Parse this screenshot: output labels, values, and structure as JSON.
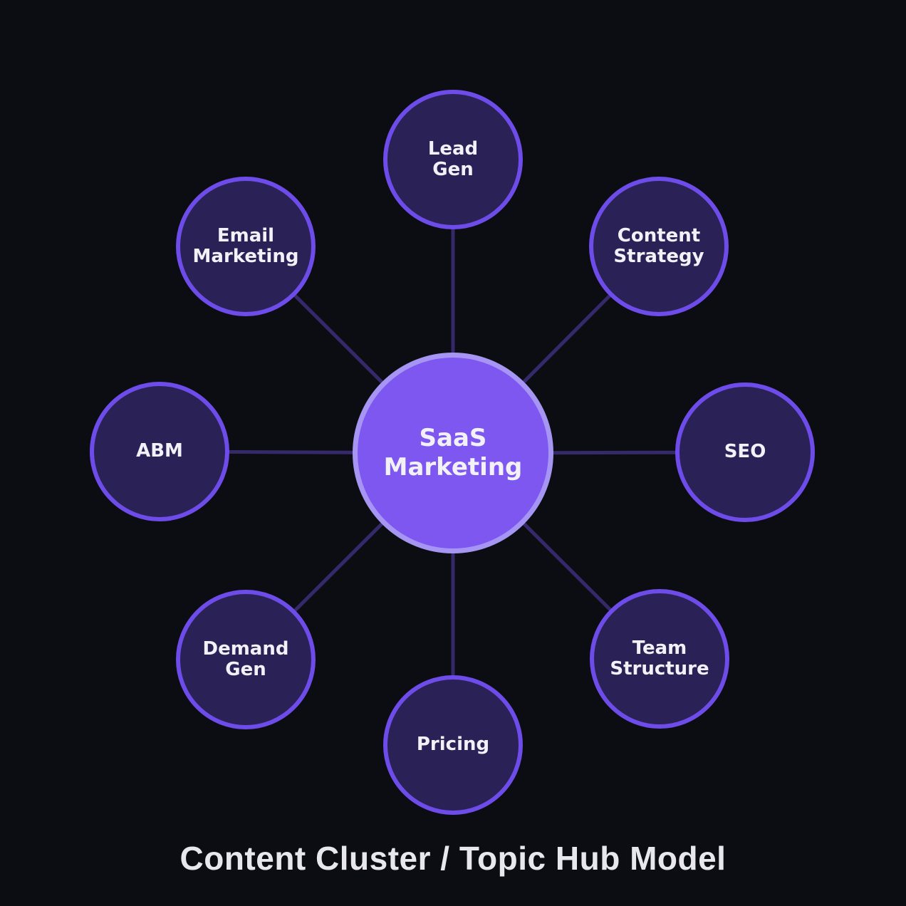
{
  "title": "Content Cluster / Topic Hub Model",
  "hub": {
    "label": "SaaS\nMarketing"
  },
  "nodes": [
    {
      "id": "lead-gen",
      "label": "Lead\nGen"
    },
    {
      "id": "content-strategy",
      "label": "Content\nStrategy"
    },
    {
      "id": "seo",
      "label": "SEO"
    },
    {
      "id": "team-structure",
      "label": "Team\nStructure"
    },
    {
      "id": "pricing",
      "label": "Pricing"
    },
    {
      "id": "demand-gen",
      "label": "Demand\nGen"
    },
    {
      "id": "abm",
      "label": "ABM"
    },
    {
      "id": "email-marketing",
      "label": "Email\nMarketing"
    }
  ],
  "colors": {
    "background": "#0c0d13",
    "hub_fill": "#7d57ef",
    "hub_border": "#a795f4",
    "node_fill": "#2a2156",
    "node_border": "#6d4ce9",
    "edge": "#35296a",
    "label": "#f2f1f7",
    "title": "#e8e7ee"
  }
}
